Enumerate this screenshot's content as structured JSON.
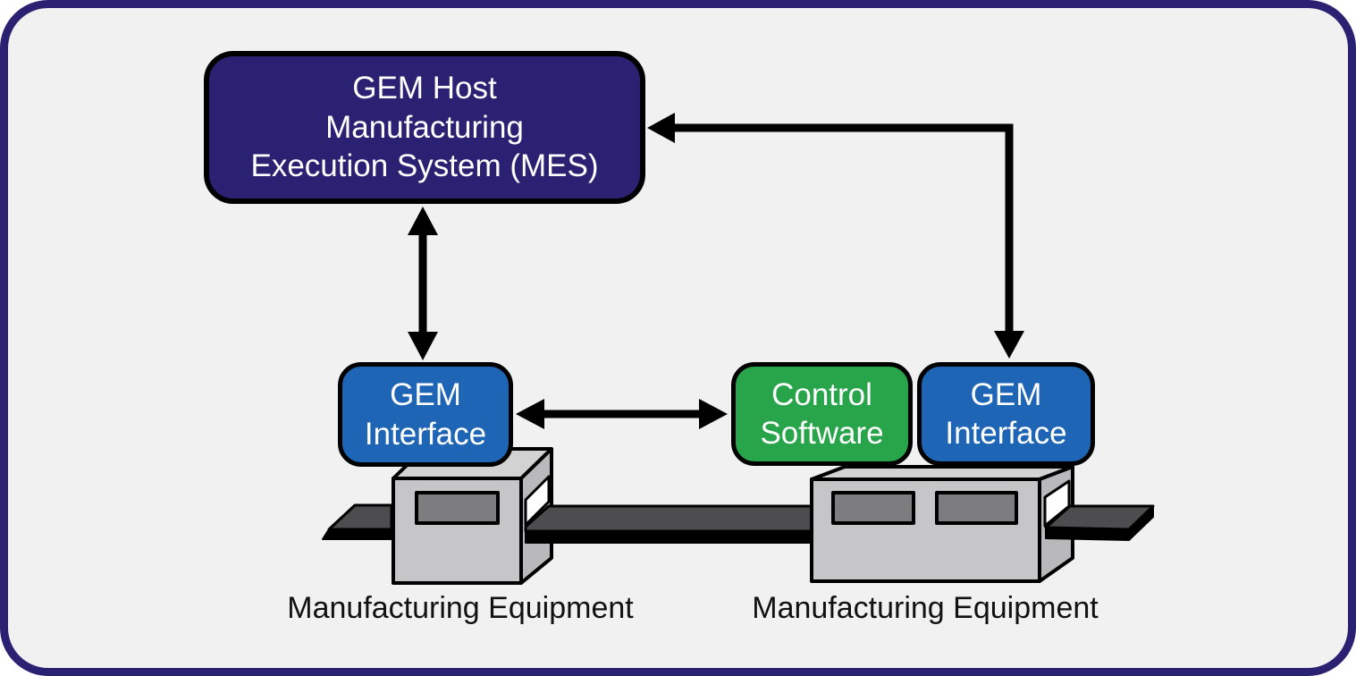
{
  "frame": {
    "background_color": "#f1f1f2",
    "border_color": "#2b2172"
  },
  "nodes": {
    "mes": {
      "label": "GEM Host\nManufacturing\nExecution System (MES)",
      "fill": "#2b2172",
      "text_color": "#ffffff"
    },
    "gem_interface_left": {
      "label": "GEM\nInterface",
      "fill": "#1e66b5",
      "text_color": "#ffffff"
    },
    "control_software": {
      "label": "Control\nSoftware",
      "fill": "#28a44a",
      "text_color": "#ffffff"
    },
    "gem_interface_right": {
      "label": "GEM\nInterface",
      "fill": "#1e66b5",
      "text_color": "#ffffff"
    }
  },
  "labels": {
    "equipment_left": "Manufacturing Equipment",
    "equipment_right": "Manufacturing Equipment"
  },
  "connections": [
    {
      "name": "mes-to-gem-interface-left",
      "style": "vertical double-headed arrow"
    },
    {
      "name": "gem-interface-left-to-control-software",
      "style": "horizontal double-headed arrow"
    },
    {
      "name": "gem-interface-right-to-mes",
      "style": "elbow arrow, left head into MES, down head into GEM Interface"
    }
  ],
  "illustration_colors": {
    "machine_front": "#c6c6c8",
    "machine_top": "#d2d2d3",
    "machine_side": "#b9b9bb",
    "machine_window": "#7d7d80",
    "conveyor_belt": "#4d4d4f",
    "outline": "#000000"
  }
}
